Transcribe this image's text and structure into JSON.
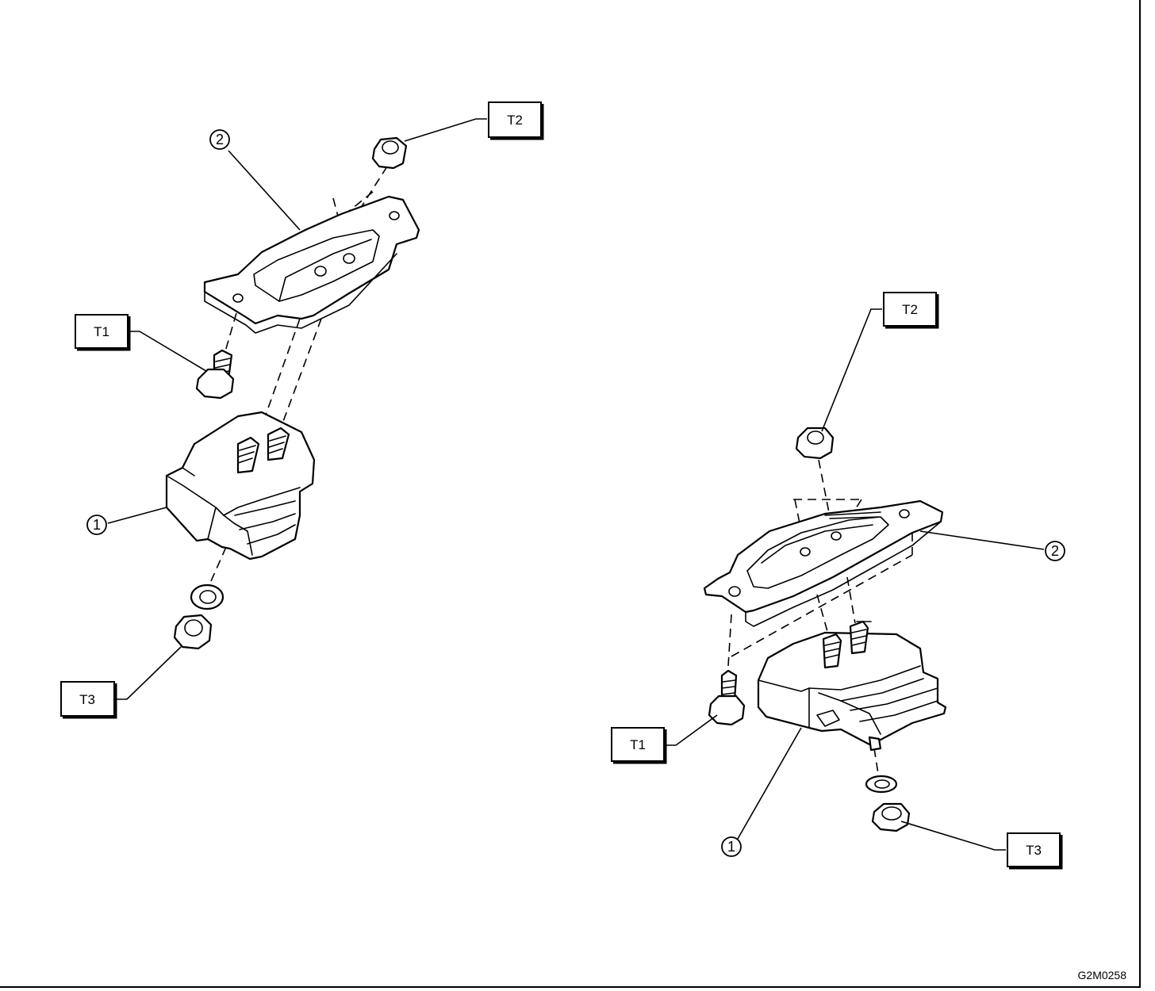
{
  "callouts": {
    "left": {
      "t1": "T1",
      "t2": "T2",
      "t3": "T3",
      "part1": "1",
      "part2": "2"
    },
    "right": {
      "t1": "T1",
      "t2": "T2",
      "t3": "T3",
      "part1": "1",
      "part2": "2"
    }
  },
  "figure_code": "G2M0258"
}
